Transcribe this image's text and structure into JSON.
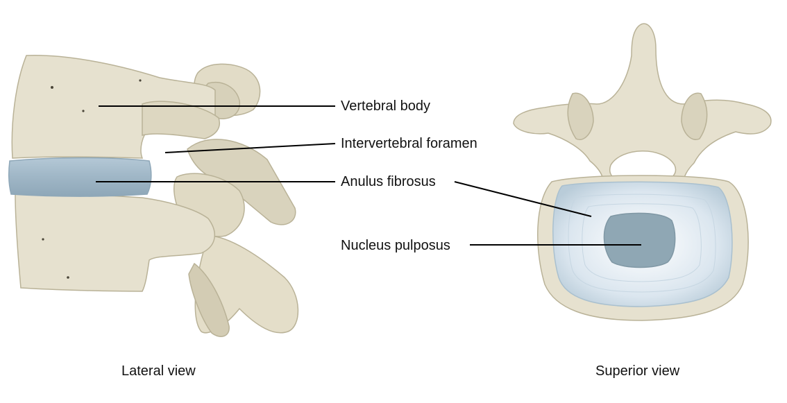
{
  "labels": {
    "vertebral_body": "Vertebral body",
    "intervertebral_foramen": "Intervertebral foramen",
    "anulus_fibrosus": "Anulus fibrosus",
    "nucleus_pulposus": "Nucleus pulposus"
  },
  "captions": {
    "lateral": "Lateral view",
    "superior": "Superior view"
  },
  "colors": {
    "bone": "#e6e1cf",
    "bone_shadow": "#cfc8b0",
    "bone_outline": "#b9b297",
    "disc": "#a9c0cf",
    "disc_light": "#d6e3ec",
    "nucleus": "#8fa7b4",
    "leader_line": "#000000"
  }
}
